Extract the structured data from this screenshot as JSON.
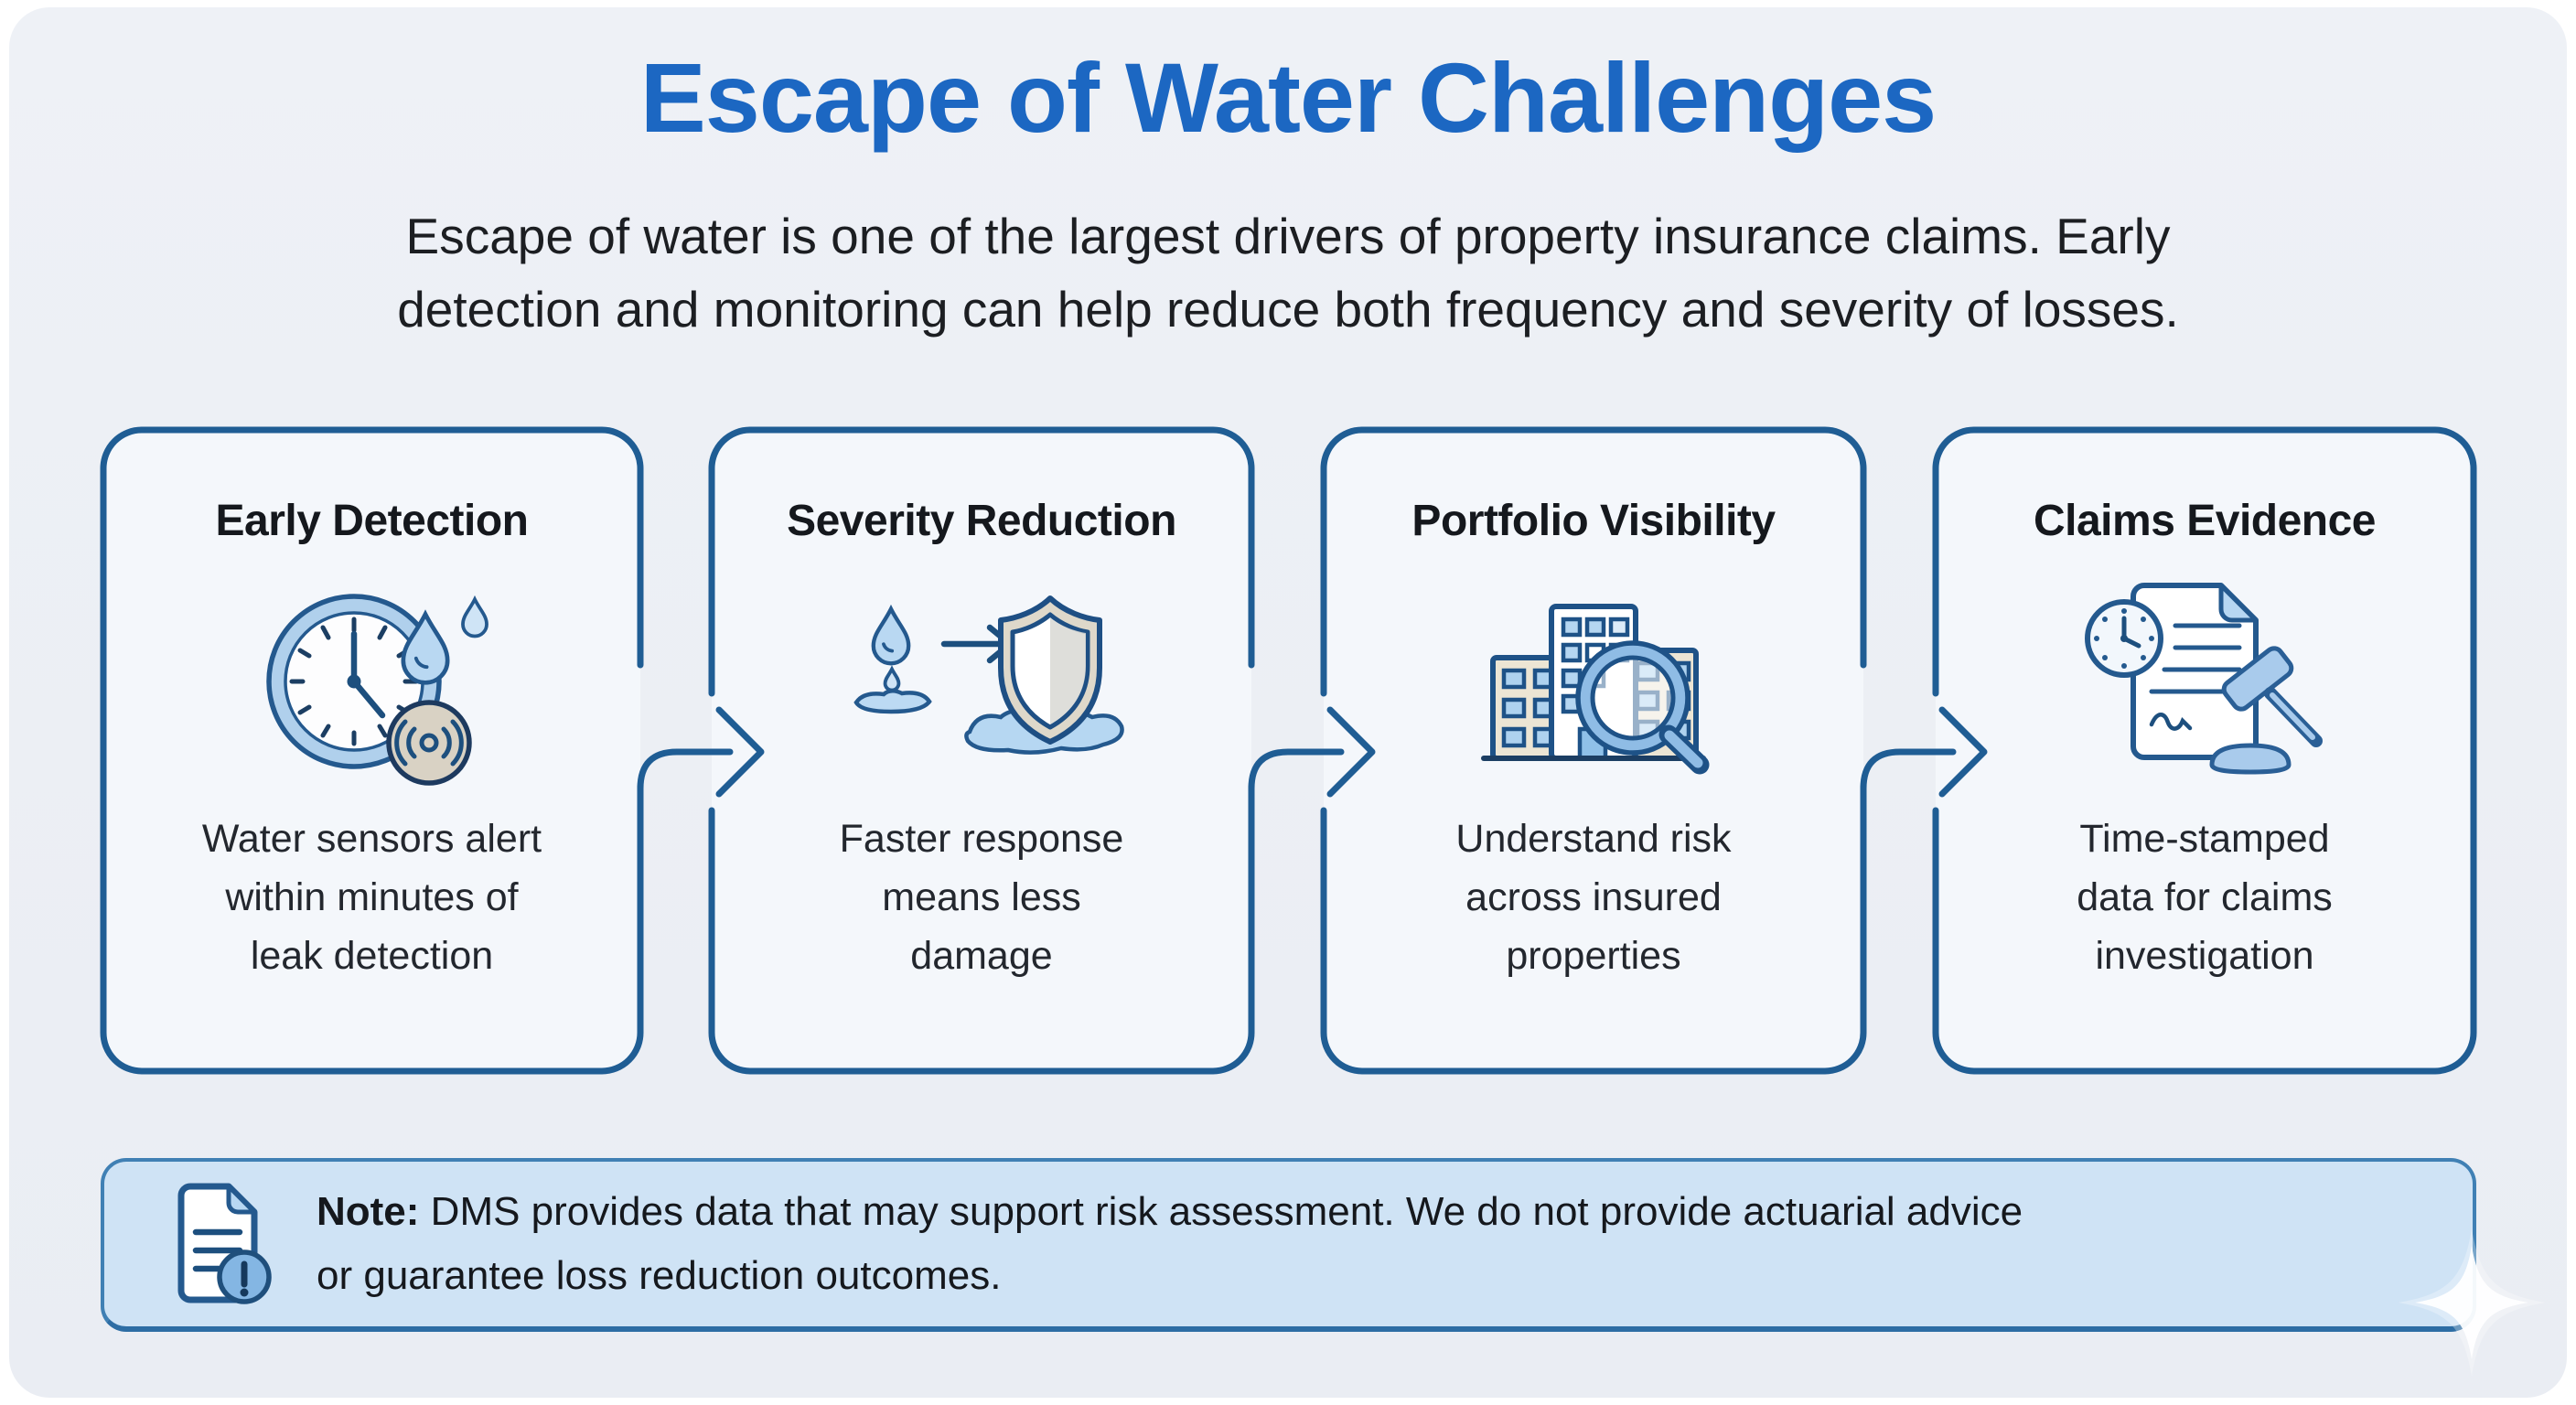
{
  "header": {
    "title": "Escape of Water Challenges",
    "subtitle_lines": [
      "Escape of water is one of the largest drivers of property insurance claims. Early",
      "detection and monitoring can help reduce both frequency and severity of losses."
    ]
  },
  "cards": [
    {
      "title": "Early Detection",
      "icon": "clock-water-sensor-icon",
      "description": "Water sensors alert within minutes of leak detection",
      "lines": [
        "Water sensors alert",
        "within minutes of",
        "leak detection"
      ]
    },
    {
      "title": "Severity Reduction",
      "icon": "leak-arrow-shield-icon",
      "description": "Faster response means less damage",
      "lines": [
        "Faster response",
        "means less",
        "damage"
      ]
    },
    {
      "title": "Portfolio Visibility",
      "icon": "buildings-magnifier-icon",
      "description": "Understand risk across insured properties",
      "lines": [
        "Understand risk",
        "across insured",
        "properties"
      ]
    },
    {
      "title": "Claims Evidence",
      "icon": "document-gavel-icon",
      "description": "Time-stamped data for claims investigation",
      "lines": [
        "Time-stamped",
        "data for claims",
        "investigation"
      ]
    }
  ],
  "note": {
    "label": "Note:",
    "line1": "DMS provides data that may support risk assessment. We do not provide actuarial advice",
    "line2": "or guarantee loss reduction outcomes.",
    "icon": "document-alert-icon"
  },
  "icons": {
    "flow_arrow": "arrow-right-icon",
    "decoration": "sparkle-icon"
  },
  "colors": {
    "title_blue": "#1c67c2",
    "outline_navy": "#1f5d94",
    "icon_navy": "#24598e",
    "icon_light_blue": "#b3d5f1",
    "icon_pale_blue": "#cfe4f6",
    "beige": "#e9e2d2",
    "sensor_beige": "#d9d2c4",
    "panel_bg": "#eef1f6",
    "card_bg": "#f4f7fb",
    "note_bg": "#cfe3f5",
    "note_border": "#4080b4",
    "text_dark": "#15181d"
  }
}
